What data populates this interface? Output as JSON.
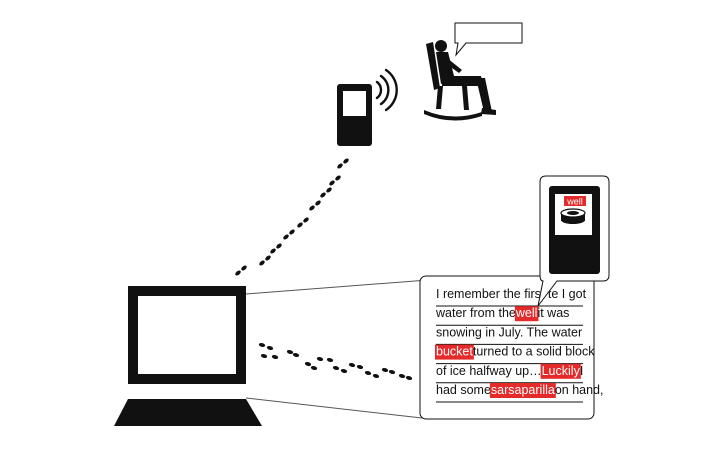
{
  "colors": {
    "ink": "#111111",
    "highlight": "#e52a2a",
    "paper": "#ffffff",
    "rule": "#555555"
  },
  "icons": {
    "laptop": "laptop-icon",
    "phone": "mobile-phone-icon",
    "signal": "signal-waves-icon",
    "person": "person-in-rocking-chair-icon",
    "speech": "speech-bubble-icon",
    "footprints": "footprints-icon",
    "well": "well-icon"
  },
  "speech_bubble": {
    "text": ""
  },
  "phone_popup": {
    "label": "well"
  },
  "document": {
    "lines": [
      [
        {
          "t": "I remember the first t"
        },
        {
          "t": "e I got"
        }
      ],
      [
        {
          "t": "water from the "
        },
        {
          "t": "well",
          "hl": true
        },
        {
          "t": " it was"
        }
      ],
      [
        {
          "t": "snowing in July. The water"
        }
      ],
      [
        {
          "t": "bucket",
          "hl": true
        },
        {
          "t": " turned to a solid block"
        }
      ],
      [
        {
          "t": "of ice halfway up… "
        },
        {
          "t": "Luckily",
          "hl": true
        },
        {
          "t": " I"
        }
      ],
      [
        {
          "t": "had some "
        },
        {
          "t": "sarsaparilla",
          "hl": true
        },
        {
          "t": " on hand,"
        }
      ]
    ]
  }
}
